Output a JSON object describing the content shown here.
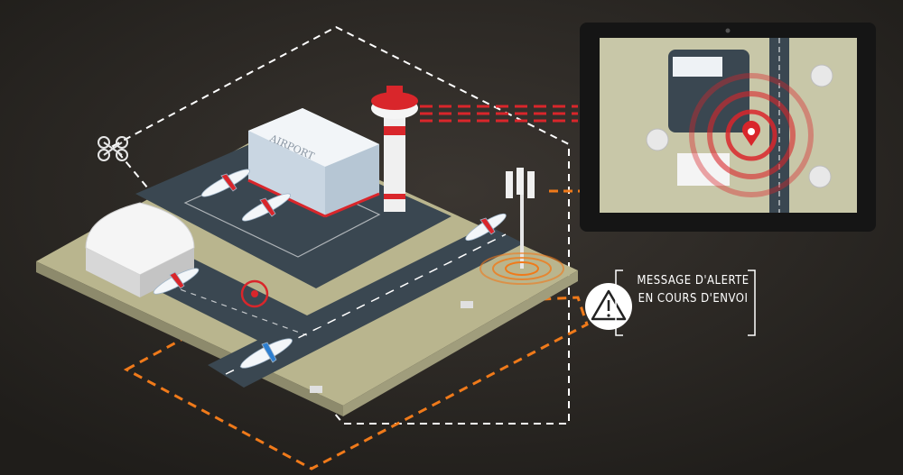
{
  "scene": {
    "airport_sign": "AIRPORT",
    "alert_line_1": "MESSAGE D'ALERTE",
    "alert_line_2": "EN COURS D'ENVOI"
  },
  "icons": [
    "drone-icon",
    "control-tower-icon",
    "cell-tower-icon",
    "warning-icon",
    "tablet-icon",
    "map-pin-icon",
    "airplane-icon",
    "hangar-icon"
  ],
  "colors": {
    "background": "#2a2723",
    "ground": "#b9b58e",
    "tarmac": "#3a4751",
    "alert_red": "#d9262b",
    "orange": "#f07a1a",
    "white": "#ffffff"
  }
}
